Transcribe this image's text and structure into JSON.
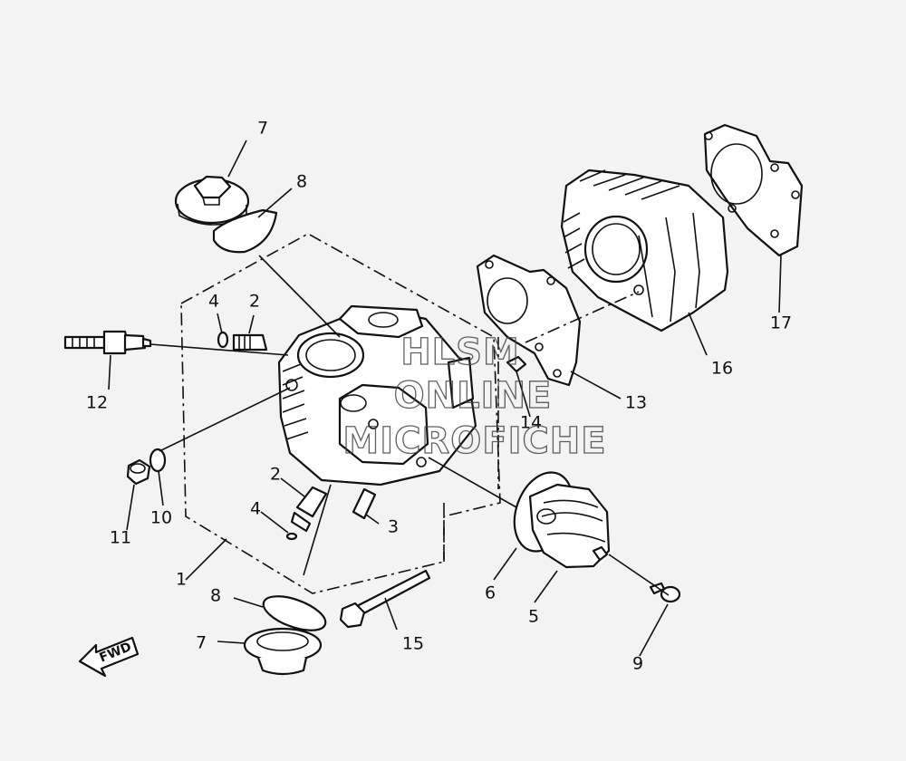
{
  "diagram": {
    "callouts": {
      "c1": "1",
      "c2a": "2",
      "c2b": "2",
      "c3": "3",
      "c4a": "4",
      "c4b": "4",
      "c5": "5",
      "c6": "6",
      "c7a": "7",
      "c7b": "7",
      "c8a": "8",
      "c8b": "8",
      "c9": "9",
      "c10": "10",
      "c11": "11",
      "c12": "12",
      "c13": "13",
      "c14": "14",
      "c15": "15",
      "c16": "16",
      "c17": "17"
    },
    "direction_label": "FWD",
    "watermark": [
      "HLSM",
      "ONLINE",
      "MICROFICHE"
    ]
  }
}
